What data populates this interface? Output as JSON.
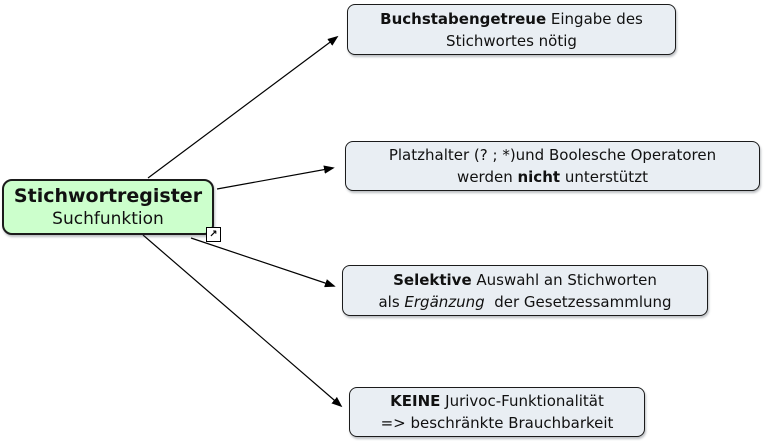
{
  "diagram": {
    "background_color": "#ffffff",
    "root": {
      "title": "Stichwortregister",
      "subtitle": "Suchfunktion",
      "fill_color": "#ccffcc",
      "border_color": "#1b1b1b",
      "link_icon_glyph": "↗"
    },
    "branch_fill_color": "#e9eef3",
    "branch_border_color": "#1b1b1b",
    "connector_color": "#000000",
    "branches": [
      {
        "text": "Buchstabengetreue Eingabe des Stichwortes nötig",
        "lines": [
          [
            {
              "t": "Buchstabengetreue",
              "b": true
            },
            {
              "t": " Eingabe des"
            }
          ],
          [
            {
              "t": "Stichwortes nötig"
            }
          ]
        ]
      },
      {
        "text": "Platzhalter (? ; *)und Boolesche Operatoren werden nicht unterstützt",
        "lines": [
          [
            {
              "t": "Platzhalter (? ; *)und Boolesche Operatoren"
            }
          ],
          [
            {
              "t": "werden "
            },
            {
              "t": "nicht",
              "b": true
            },
            {
              "t": " unterstützt"
            }
          ]
        ]
      },
      {
        "text": "Selektive Auswahl an Stichworten als Ergänzung  der Gesetzessammlung",
        "lines": [
          [
            {
              "t": "Selektive",
              "b": true
            },
            {
              "t": " Auswahl an Stichworten"
            }
          ],
          [
            {
              "t": "als "
            },
            {
              "t": "Ergänzung",
              "i": true
            },
            {
              "t": "  der Gesetzessammlung"
            }
          ]
        ]
      },
      {
        "text": "KEINE Jurivoc-Funktionalität => beschränkte Brauchbarkeit",
        "lines": [
          [
            {
              "t": "KEINE",
              "b": true
            },
            {
              "t": " Jurivoc-Funktionalität"
            }
          ],
          [
            {
              "t": "=> beschränkte Brauchbarkeit"
            }
          ]
        ]
      }
    ]
  }
}
